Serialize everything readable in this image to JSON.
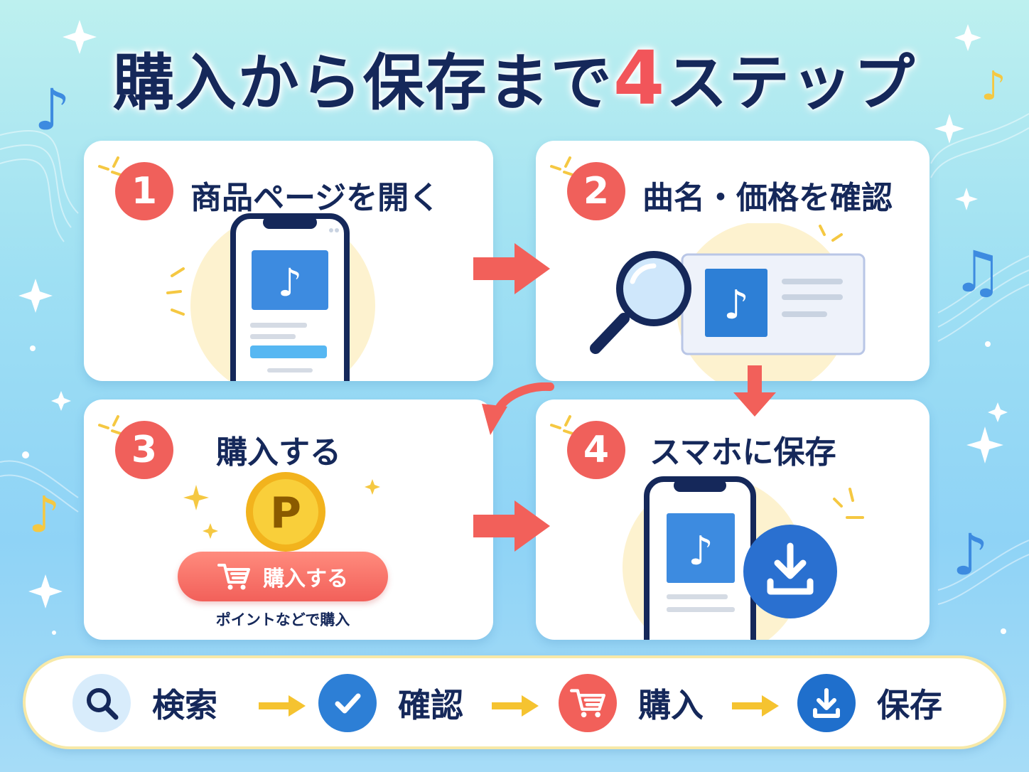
{
  "title": {
    "main": "購入から保存まで",
    "number": "4",
    "suffix": "ステップ"
  },
  "steps": [
    {
      "number": "1",
      "label": "商品ページを開く"
    },
    {
      "number": "2",
      "label": "曲名・価格を確認"
    },
    {
      "number": "3",
      "label": "購入する"
    },
    {
      "number": "4",
      "label": "スマホに保存"
    }
  ],
  "purchase": {
    "coin_letter": "P",
    "button_label": "購入する",
    "caption": "ポイントなどで購入"
  },
  "flow": [
    {
      "label": "検索",
      "icon": "search-icon"
    },
    {
      "label": "確認",
      "icon": "check-icon"
    },
    {
      "label": "購入",
      "icon": "cart-icon"
    },
    {
      "label": "保存",
      "icon": "download-icon"
    }
  ],
  "colors": {
    "accent_red": "#f0605b",
    "navy": "#15285a",
    "blue": "#2d7fd6",
    "yellow": "#f5c842"
  }
}
